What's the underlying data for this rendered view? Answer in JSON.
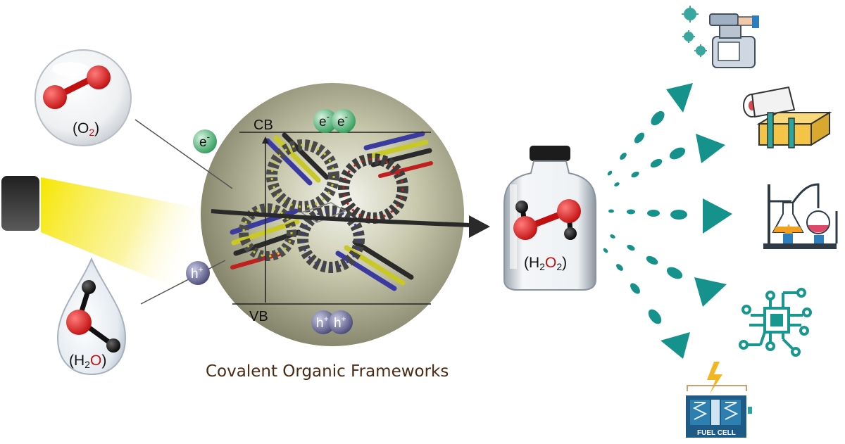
{
  "o2_label": {
    "open": "(O",
    "sub": "2",
    "close": ")"
  },
  "h2o_label": {
    "open": "(H",
    "sub": "2",
    "o": "O",
    "close": ")"
  },
  "h2o2_label": {
    "open": "(H",
    "sub1": "2",
    "o": "O",
    "sub2": "2",
    "close": ")"
  },
  "band": {
    "cb": "CB",
    "vb": "VB"
  },
  "carriers": {
    "electron": "e",
    "electron_charge": "-",
    "hole": "h",
    "hole_charge": "+"
  },
  "caption": "Covalent Organic Frameworks",
  "fuel_cell": {
    "label": "FUEL CELL"
  },
  "colors": {
    "teal": "#16928c",
    "oxygen": "#e02424",
    "hydrogen": "#111111",
    "caption": "#4a2a12",
    "sun": "#f6e600"
  },
  "applications": [
    "disinfection-icon",
    "textile-bleaching-icon",
    "chemical-synthesis-icon",
    "electronics-icon",
    "fuel-cell-icon"
  ]
}
